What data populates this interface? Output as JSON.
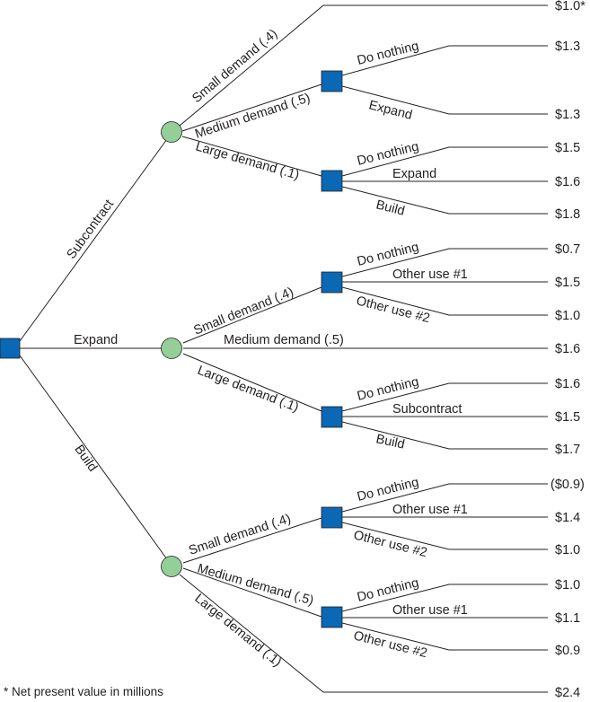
{
  "colors": {
    "decision": "#0a68b4",
    "chance": "#93cf96",
    "line": "#231f20"
  },
  "root": {
    "icon": "decision-node-square"
  },
  "branches": [
    {
      "label": "Subcontract",
      "outcomes": [
        {
          "label": "Small demand (.4)",
          "value": "$1.0*"
        },
        {
          "label": "Medium demand (.5)",
          "options": [
            {
              "label": "Do nothing",
              "value": "$1.3"
            },
            {
              "label": "Expand",
              "value": "$1.3"
            }
          ]
        },
        {
          "label": "Large demand (.1)",
          "options": [
            {
              "label": "Do nothing",
              "value": "$1.5"
            },
            {
              "label": "Expand",
              "value": "$1.6"
            },
            {
              "label": "Build",
              "value": "$1.8"
            }
          ]
        }
      ]
    },
    {
      "label": "Expand",
      "outcomes": [
        {
          "label": "Small demand (.4)",
          "options": [
            {
              "label": "Do nothing",
              "value": "$0.7"
            },
            {
              "label": "Other use #1",
              "value": "$1.5"
            },
            {
              "label": "Other use #2",
              "value": "$1.0"
            }
          ]
        },
        {
          "label": "Medium demand (.5)",
          "value": "$1.6"
        },
        {
          "label": "Large demand (.1)",
          "options": [
            {
              "label": "Do nothing",
              "value": "$1.6"
            },
            {
              "label": "Subcontract",
              "value": "$1.5"
            },
            {
              "label": "Build",
              "value": "$1.7"
            }
          ]
        }
      ]
    },
    {
      "label": "Build",
      "outcomes": [
        {
          "label": "Small demand (.4)",
          "options": [
            {
              "label": "Do nothing",
              "value": "($0.9)"
            },
            {
              "label": "Other use #1",
              "value": "$1.4"
            },
            {
              "label": "Other use #2",
              "value": "$1.0"
            }
          ]
        },
        {
          "label": "Medium demand (.5)",
          "options": [
            {
              "label": "Do nothing",
              "value": "$1.0"
            },
            {
              "label": "Other use #1",
              "value": "$1.1"
            },
            {
              "label": "Other use #2",
              "value": "$0.9"
            }
          ]
        },
        {
          "label": "Large demand (.1)",
          "value": "$2.4"
        }
      ]
    }
  ],
  "footnote": "* Net present value in millions"
}
